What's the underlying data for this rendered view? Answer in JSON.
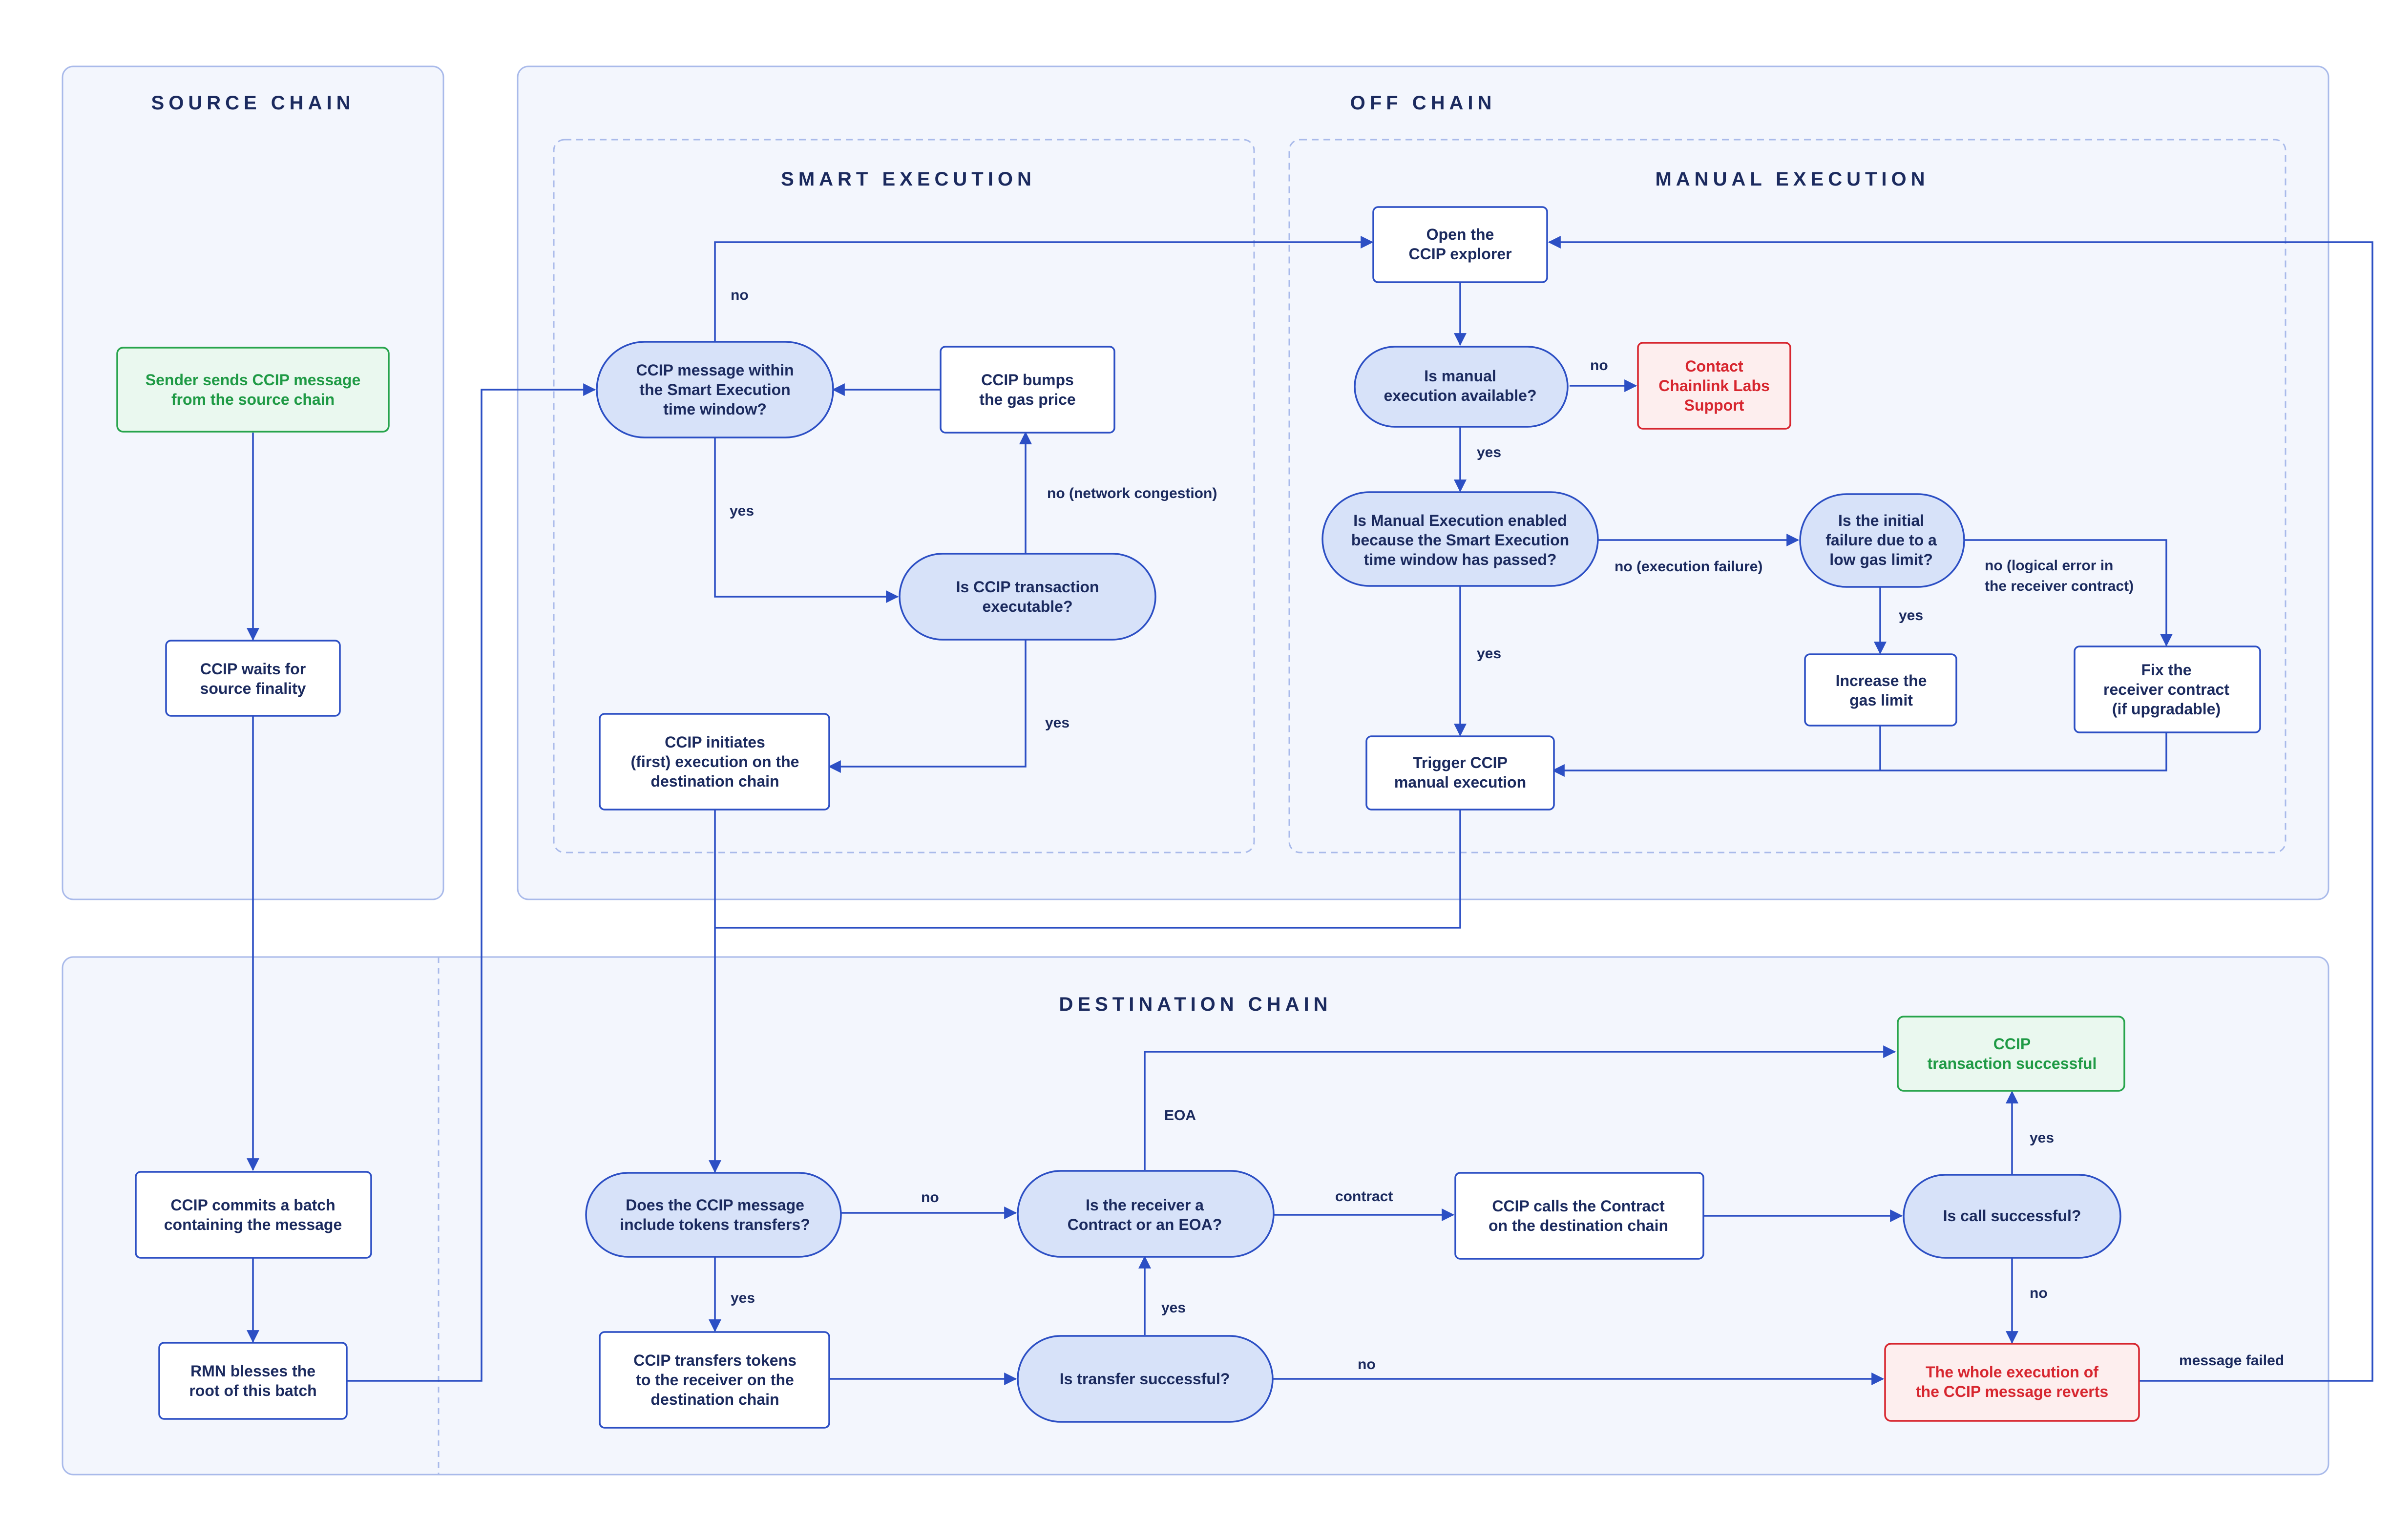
{
  "regions": {
    "source_chain": "SOURCE CHAIN",
    "off_chain": "OFF CHAIN",
    "smart_execution": "SMART EXECUTION",
    "manual_execution": "MANUAL EXECUTION",
    "destination_chain": "DESTINATION CHAIN"
  },
  "nodes": {
    "sender": [
      "Sender sends CCIP message",
      "from the source chain"
    ],
    "waits_finality": [
      "CCIP waits for",
      "source finality"
    ],
    "commits_batch": [
      "CCIP commits a batch",
      "containing the message"
    ],
    "rmn_blesses": [
      "RMN blesses the",
      "root of this batch"
    ],
    "msg_within_window": [
      "CCIP message within",
      "the Smart Execution",
      "time window?"
    ],
    "bumps_gas": [
      "CCIP bumps",
      "the gas price"
    ],
    "tx_executable": [
      "Is CCIP transaction",
      "executable?"
    ],
    "initiates_execution": [
      "CCIP initiates",
      "(first) execution on the",
      "destination chain"
    ],
    "open_explorer": [
      "Open the",
      "CCIP explorer"
    ],
    "manual_available": [
      "Is manual",
      "execution available?"
    ],
    "contact_support": [
      "Contact",
      "Chainlink Labs",
      "Support"
    ],
    "manual_enabled": [
      "Is Manual Execution enabled",
      "because the Smart Execution",
      "time window has passed?"
    ],
    "initial_failure_gas": [
      "Is the initial",
      "failure due to a",
      "low gas limit?"
    ],
    "increase_gas": [
      "Increase the",
      "gas limit"
    ],
    "fix_receiver": [
      "Fix the",
      "receiver contract",
      "(if upgradable)"
    ],
    "trigger_manual": [
      "Trigger CCIP",
      "manual execution"
    ],
    "include_tokens": [
      "Does the CCIP message",
      "include tokens transfers?"
    ],
    "transfers_tokens": [
      "CCIP transfers tokens",
      "to the receiver on the",
      "destination chain"
    ],
    "transfer_successful": [
      "Is transfer successful?"
    ],
    "receiver_type": [
      "Is the receiver a",
      "Contract or an EOA?"
    ],
    "calls_contract": [
      "CCIP calls the Contract",
      "on the destination chain"
    ],
    "call_successful": [
      "Is call successful?"
    ],
    "tx_successful": [
      "CCIP",
      "transaction successful"
    ],
    "reverts": [
      "The whole execution of",
      "the CCIP message reverts"
    ]
  },
  "edge_labels": {
    "no_window": "no",
    "yes_window": "yes",
    "no_congestion": "no (network congestion)",
    "yes_executable": "yes",
    "no_support": "no",
    "yes_available": "yes",
    "no_execution_failure": "no (execution failure)",
    "yes_enabled": "yes",
    "yes_gas": "yes",
    "no_logical": [
      "no (logical error in",
      "the receiver contract)"
    ],
    "no_tokens": "no",
    "yes_tokens": "yes",
    "yes_transfer": "yes",
    "no_transfer": "no",
    "eoa": "EOA",
    "contract": "contract",
    "yes_call": "yes",
    "no_call": "no",
    "message_failed": "message failed"
  },
  "colors": {
    "primary": "#2c4fc4",
    "decision_fill": "#d7e2f9",
    "region_fill": "#f3f6fd",
    "region_stroke": "#a9baea",
    "text": "#1b2a5e",
    "success": "#1f9a45",
    "error": "#d7262f"
  }
}
